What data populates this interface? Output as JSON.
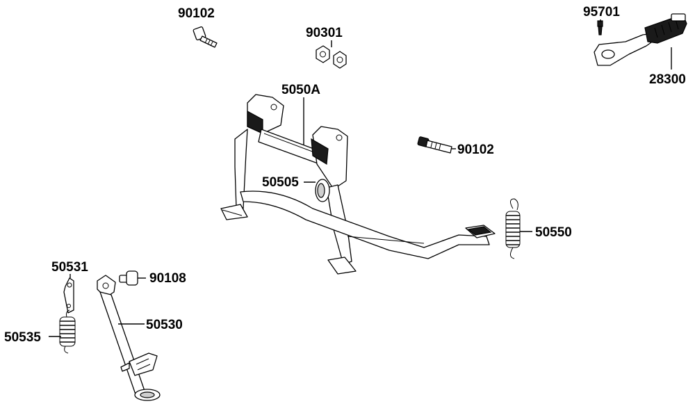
{
  "diagram": {
    "parts": [
      {
        "id": "lbl-90102-top",
        "number": "90102"
      },
      {
        "id": "lbl-90301",
        "number": "90301"
      },
      {
        "id": "lbl-95701",
        "number": "95701"
      },
      {
        "id": "lbl-28300",
        "number": "28300"
      },
      {
        "id": "lbl-5050A",
        "number": "5050A"
      },
      {
        "id": "lbl-90102-mid",
        "number": "90102"
      },
      {
        "id": "lbl-50505",
        "number": "50505"
      },
      {
        "id": "lbl-50550",
        "number": "50550"
      },
      {
        "id": "lbl-50531",
        "number": "50531"
      },
      {
        "id": "lbl-90108",
        "number": "90108"
      },
      {
        "id": "lbl-50530",
        "number": "50530"
      },
      {
        "id": "lbl-50535",
        "number": "50535"
      }
    ]
  }
}
